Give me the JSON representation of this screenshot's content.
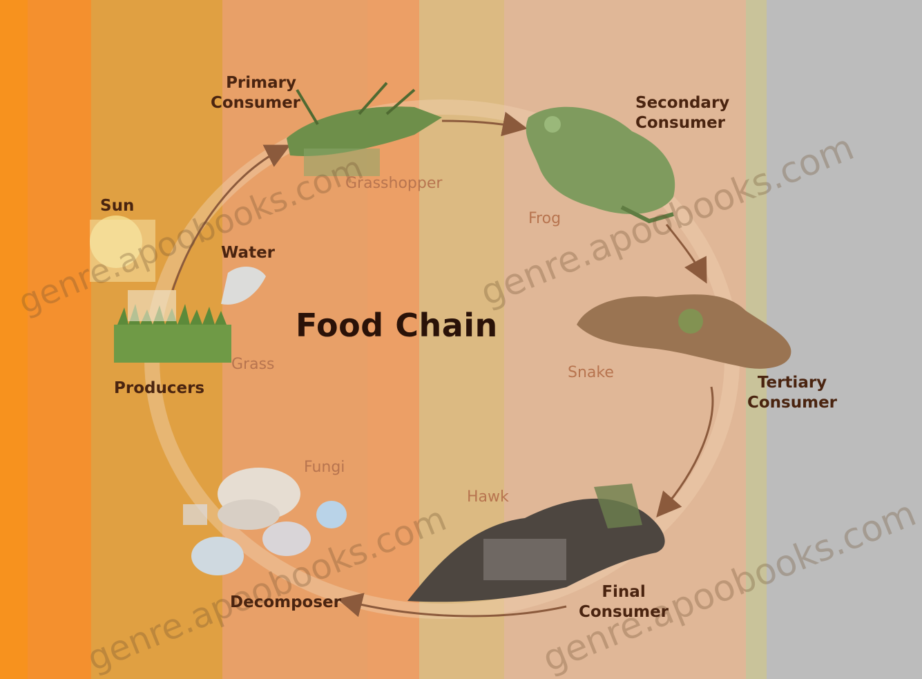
{
  "title": "Food Chain",
  "stages": {
    "producers": "Producers",
    "primary": [
      "Primary",
      "Consumer"
    ],
    "secondary": [
      "Secondary",
      "Consumer"
    ],
    "tertiary": [
      "Tertiary",
      "Consumer"
    ],
    "final": [
      "Final",
      "Consumer"
    ],
    "decomposer": "Decomposer"
  },
  "organisms": {
    "sun": "Sun",
    "water": "Water",
    "grass": "Grass",
    "grasshopper": "Grasshopper",
    "frog": "Frog",
    "snake": "Snake",
    "hawk": "Hawk",
    "fungi": "Fungi"
  },
  "watermark": "genre.apoobooks.com",
  "colors": {
    "band_orange": "#f7921e",
    "band_amber": "#e09a3c",
    "band_salmon": "#e8a06c",
    "band_tan": "#deb883",
    "band_beige": "#e0b797",
    "band_gray": "#bdbdbd",
    "arrow": "#8b5a3c",
    "text_dark": "#4a2410"
  }
}
